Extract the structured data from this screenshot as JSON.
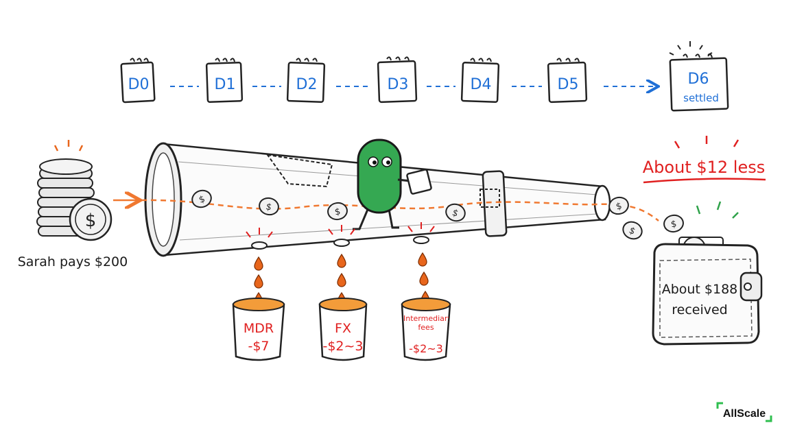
{
  "timeline": {
    "days": [
      "D0",
      "D1",
      "D2",
      "D3",
      "D4",
      "D5",
      "D6"
    ],
    "final_note": "settled"
  },
  "payer": {
    "label": "Sarah pays $200"
  },
  "loss": {
    "label": "About $12 less"
  },
  "fees": [
    {
      "name": "MDR",
      "amount": "-$7"
    },
    {
      "name": "FX",
      "amount": "-$2~3"
    },
    {
      "name": "Intermediary fees",
      "amount": "-$2~3"
    }
  ],
  "receiver": {
    "line1": "About $188",
    "line2": "received"
  },
  "brand": {
    "name": "AllScale"
  },
  "icons": {
    "coin": "dollar-coin-icon",
    "calendar": "calendar-icon",
    "wallet": "wallet-icon"
  },
  "colors": {
    "timeline": "#1f6fd6",
    "fees": "#e02020",
    "flow": "#f07830",
    "character": "#2fa24a",
    "brand_accent": "#2fbf4f"
  }
}
